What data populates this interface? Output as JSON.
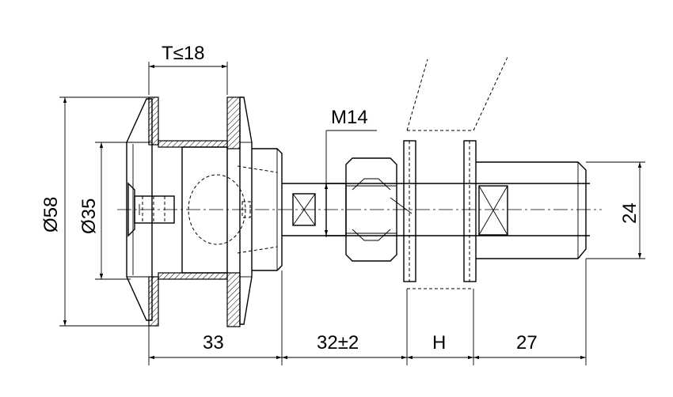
{
  "drawing": {
    "labels": {
      "thickness": "T≤18",
      "thread": "M14",
      "dia_outer": "Ø58",
      "dia_inner": "Ø35",
      "dia_right": "24",
      "len_1": "33",
      "len_2": "32±2",
      "len_3": "H",
      "len_4": "27"
    }
  }
}
